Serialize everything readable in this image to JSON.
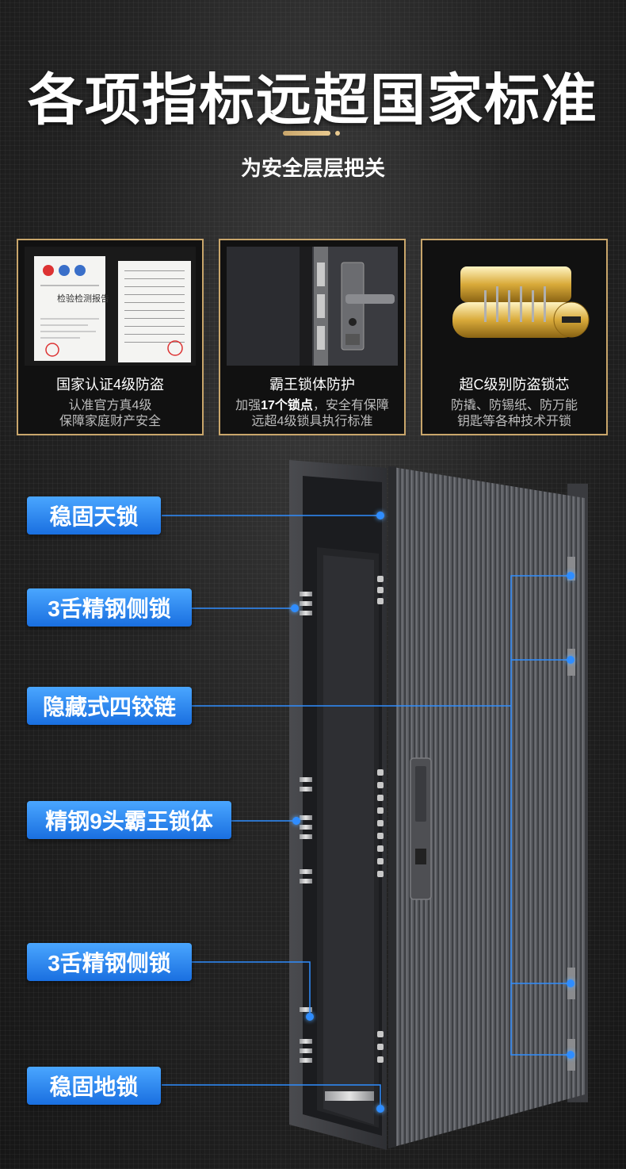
{
  "header": {
    "title": "各项指标远超国家标准",
    "subtitle": "为安全层层把关"
  },
  "cards": [
    {
      "title": "国家认证4级防盗",
      "line1": "认准官方真4级",
      "line2": "保障家庭财产安全",
      "image": "certificate-report-icon",
      "doc_heading": "检验检测报告"
    },
    {
      "title": "霸王锁体防护",
      "line1_prefix": "加强",
      "line1_bold": "17个锁点",
      "line1_suffix": "，安全有保障",
      "line2": "远超4级锁具执行标准",
      "image": "door-lock-body-icon"
    },
    {
      "title": "超C级别防盗锁芯",
      "line1": "防撬、防锡纸、防万能",
      "line2": "钥匙等各种技术开锁",
      "image": "gold-lock-cylinder-icon"
    }
  ],
  "labels": [
    {
      "text": "稳固天锁"
    },
    {
      "text": "3舌精钢侧锁"
    },
    {
      "text": "隐藏式四铰链"
    },
    {
      "text": "精钢9头霸王锁体"
    },
    {
      "text": "3舌精钢侧锁"
    },
    {
      "text": "稳固地锁"
    }
  ],
  "colors": {
    "accent_gold": "#c9a66b",
    "label_blue": "#1a6fe0",
    "line_blue": "#2f8dff"
  }
}
